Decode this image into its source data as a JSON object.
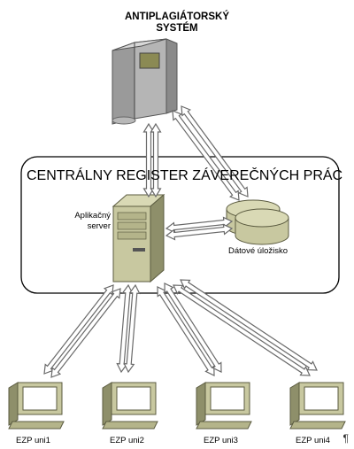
{
  "top_system": {
    "line1": "ANTIPLAGIÁTORSKÝ",
    "line2": "SYSTÉM",
    "icon": "server-tower-icon"
  },
  "registry": {
    "title": "CENTRÁLNY REGISTER ZÁVEREČNÝCH PRÁC"
  },
  "app_server": {
    "line1": "Aplikačný",
    "line2": "server",
    "icon": "server-icon"
  },
  "storage": {
    "label": "Dátové úložisko",
    "icon": "database-icon"
  },
  "clients": [
    {
      "label": "EZP uni1",
      "icon": "computer-icon"
    },
    {
      "label": "EZP uni2",
      "icon": "computer-icon"
    },
    {
      "label": "EZP uni3",
      "icon": "computer-icon"
    },
    {
      "label": "EZP uni4",
      "icon": "computer-icon"
    }
  ],
  "pilcrow": "¶",
  "colors": {
    "icon_fill": "#c8c8a0",
    "icon_dark": "#6f7050",
    "server_gray": "#a8a8a8",
    "arrow_fill": "#ffffff",
    "arrow_stroke": "#707070"
  }
}
